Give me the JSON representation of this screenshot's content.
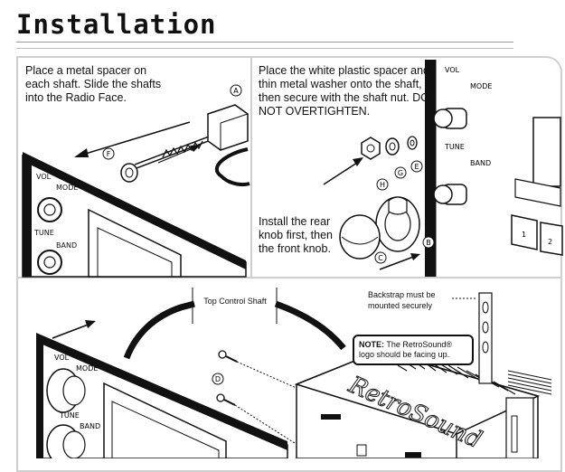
{
  "page": {
    "title": "Installation"
  },
  "steps": {
    "step1": "Place a metal spacer on each shaft. Slide the shafts into the Radio Face.",
    "step2": "Place the white plastic spacer and thin metal washer onto the shaft, then secure with the shaft nut. DO NOT OVERTIGHTEN.",
    "step3": "Install the rear knob first, then the front knob."
  },
  "callouts": {
    "top_control_shaft": "Top Control Shaft",
    "backstrap": "Backstrap must be mounted securely",
    "note_label": "NOTE:",
    "note_text": "The RetroSound® logo should be facing up."
  },
  "part_letters": {
    "a": "A",
    "b": "B",
    "c": "C",
    "d": "D",
    "e": "E",
    "f": "F",
    "g": "G",
    "h": "H"
  },
  "radio_labels": {
    "vol": "VOL",
    "mode": "MODE",
    "tune": "TUNE",
    "band": "BAND",
    "preset_1": "1",
    "preset_2": "2",
    "logo": "RetroSound"
  }
}
